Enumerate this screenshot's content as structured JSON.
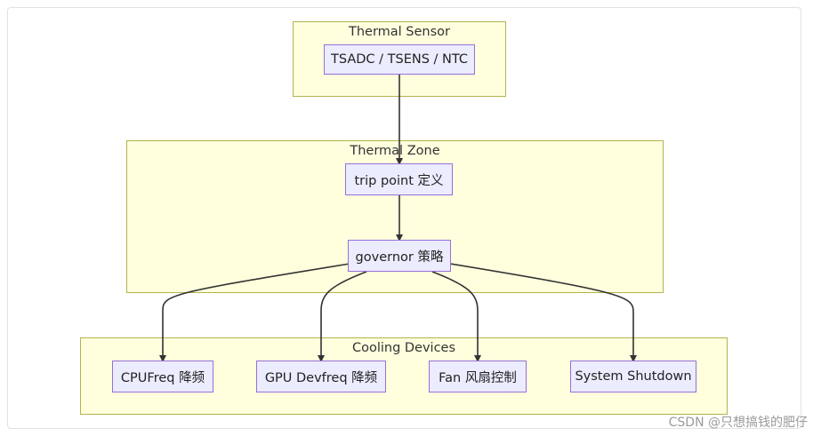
{
  "clusters": {
    "sensor": {
      "title": "Thermal Sensor"
    },
    "zone": {
      "title": "Thermal Zone"
    },
    "cooling": {
      "title": "Cooling Devices"
    }
  },
  "nodes": {
    "tsadc": "TSADC / TSENS / NTC",
    "trip": "trip point 定义",
    "governor": "governor 策略",
    "cpufreq": "CPUFreq 降频",
    "gpu": "GPU Devfreq 降频",
    "fan": "Fan 风扇控制",
    "shutdown": "System Shutdown"
  },
  "watermark": "CSDN @只想搞钱的肥仔",
  "colors": {
    "cluster_fill": "#ffffde",
    "cluster_border": "#b3b34d",
    "node_fill": "#ececff",
    "node_border": "#9370db",
    "edge": "#333333"
  }
}
